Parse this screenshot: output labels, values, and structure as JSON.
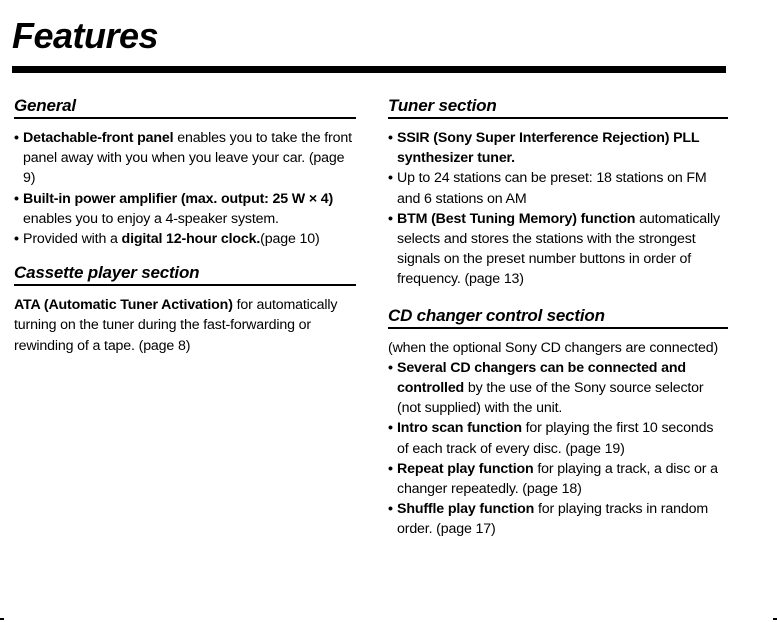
{
  "title": "Features",
  "left": {
    "general": {
      "heading": "General",
      "items": [
        {
          "bold": "Detachable-front panel",
          "rest": " enables you to take the front panel away with you when you leave your car. (page 9)"
        },
        {
          "bold": "Built-in power amplifier (max. output: 25 W × 4)",
          "rest": " enables you to enjoy a 4-speaker system."
        },
        {
          "pre": "Provided with a ",
          "bold": "digital 12-hour clock.",
          "rest": "(page 10)"
        }
      ]
    },
    "cassette": {
      "heading": "Cassette player section",
      "bold": "ATA (Automatic Tuner Activation)",
      "rest": " for automatically turning on the tuner during the fast-forwarding or rewinding of a tape. (page 8)"
    }
  },
  "right": {
    "tuner": {
      "heading": "Tuner section",
      "items": [
        {
          "bold": "SSIR (Sony Super Interference Rejection) PLL synthesizer tuner.",
          "rest": ""
        },
        {
          "bold": "",
          "rest": "Up to 24 stations can be preset: 18 stations on FM and 6 stations on AM"
        },
        {
          "bold": "BTM (Best Tuning Memory) function",
          "rest": " automatically selects and stores the stations with the strongest signals on the preset number buttons in order of frequency. (page 13)"
        }
      ]
    },
    "cd": {
      "heading": "CD changer control section",
      "intro": "(when the optional Sony CD changers are connected)",
      "items": [
        {
          "bold": "Several CD changers can be connected and controlled",
          "rest": " by the use of the Sony source selector (not supplied) with the unit."
        },
        {
          "bold": "Intro scan function",
          "rest": " for playing the first 10 seconds of each track of every disc. (page 19)"
        },
        {
          "bold": "Repeat play function",
          "rest": " for playing a track, a disc or a changer repeatedly. (page 18)"
        },
        {
          "bold": "Shuffle play function",
          "rest": " for playing tracks in random order. (page 17)"
        }
      ]
    }
  }
}
